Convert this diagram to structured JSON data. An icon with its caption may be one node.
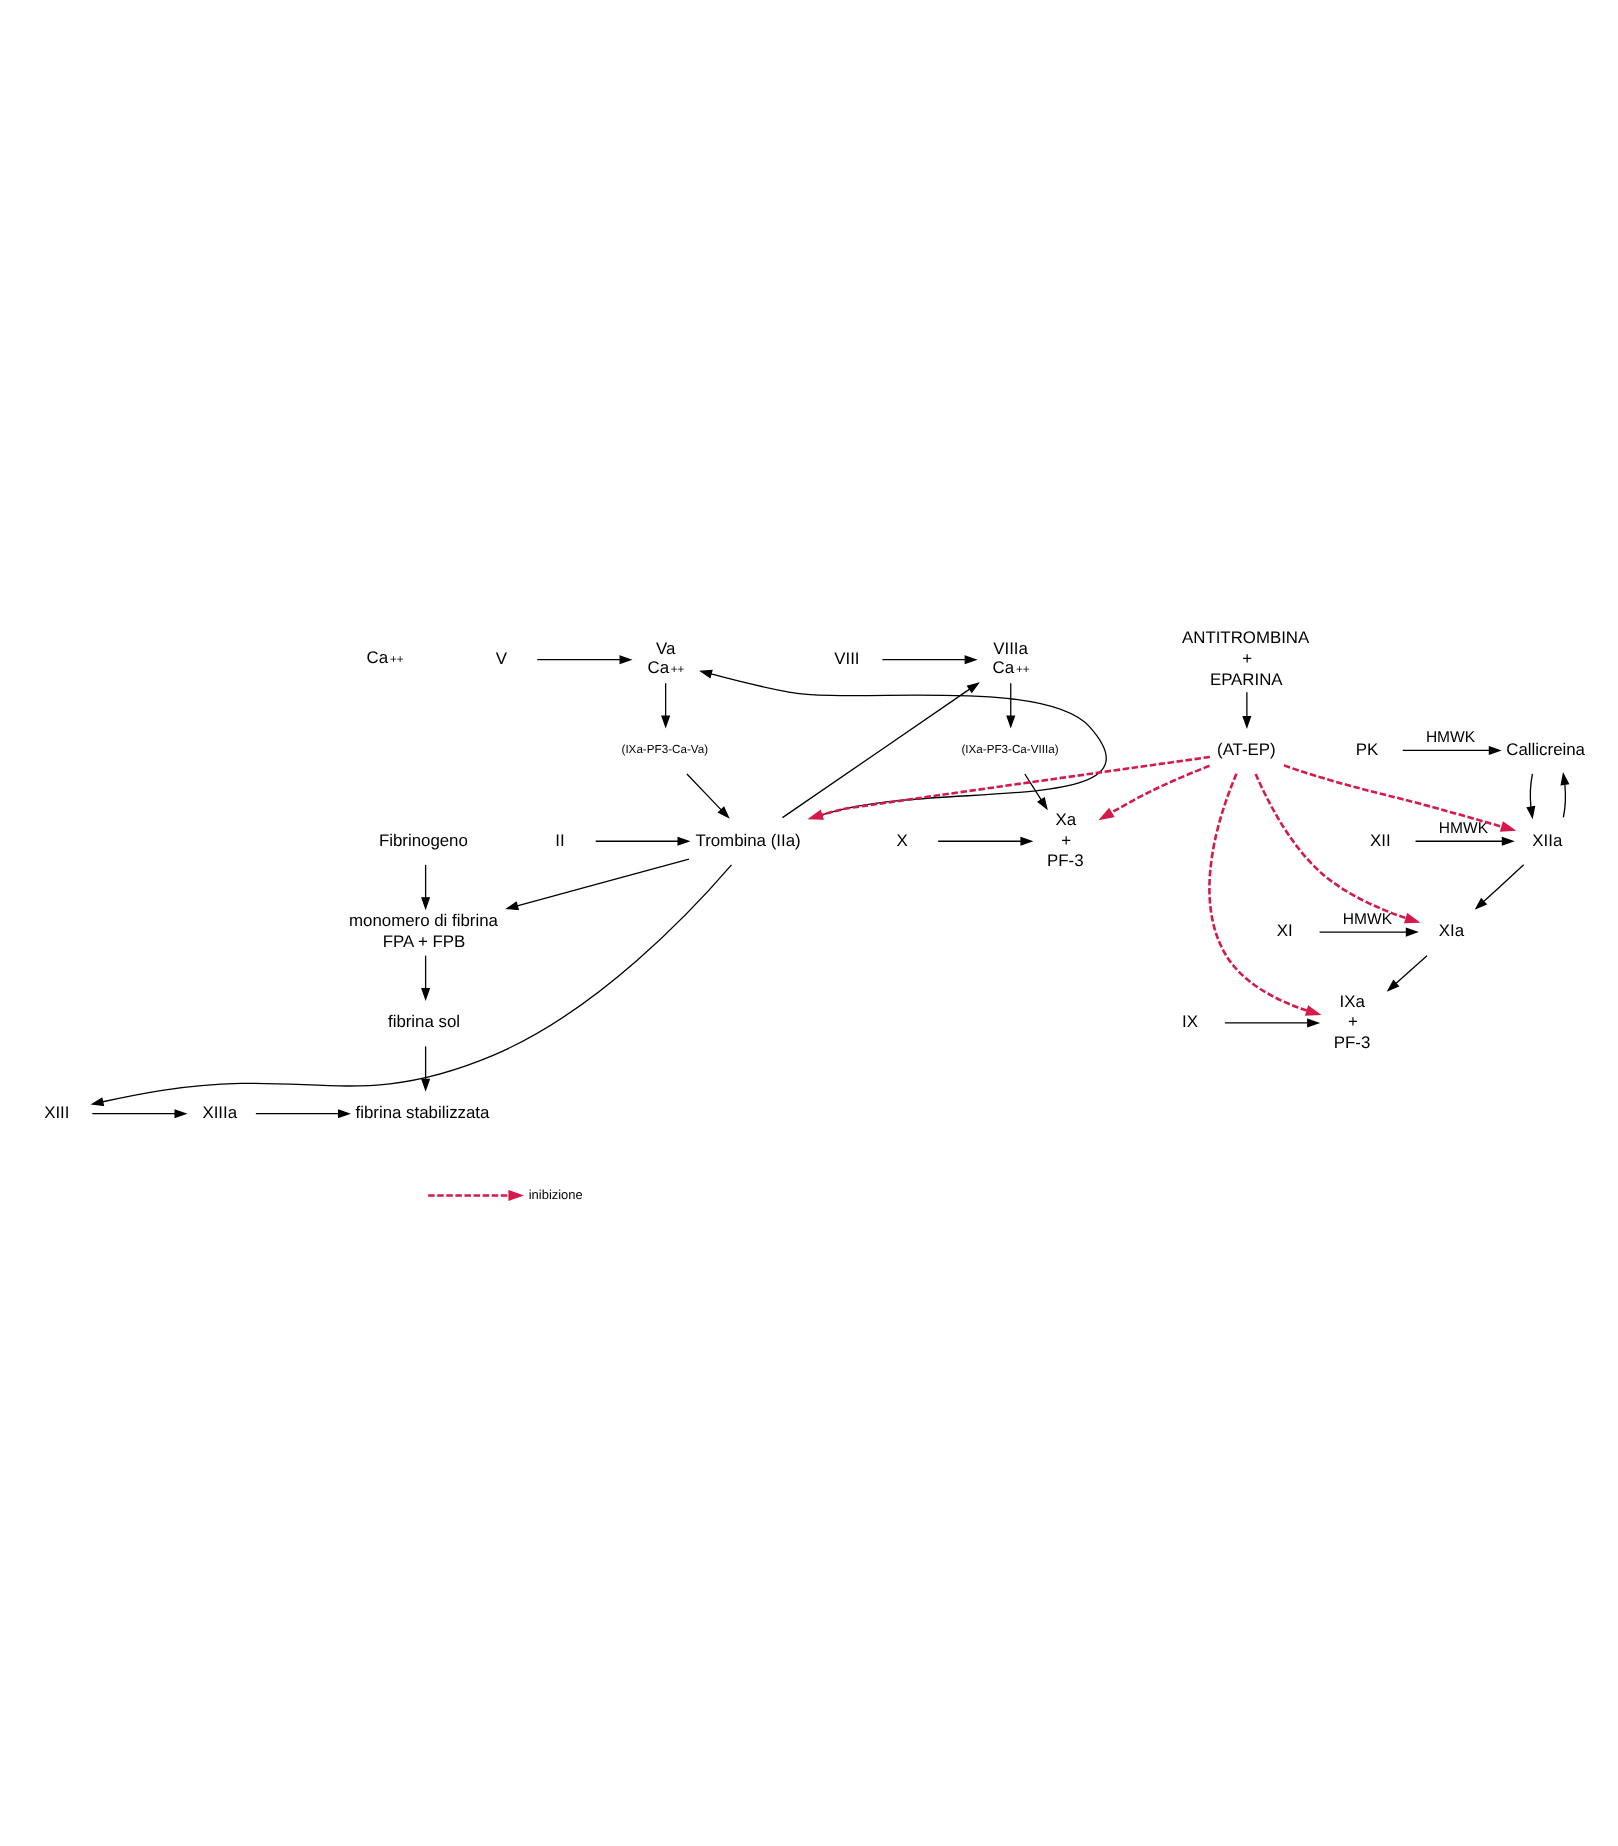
{
  "diagram": {
    "nodes": [
      {
        "text": [
          "Callicreina"
        ]
      },
      {
        "text": [
          "PK"
        ]
      },
      {
        "text": [
          "XII"
        ]
      },
      {
        "text": [
          "XIIa"
        ]
      },
      {
        "text": [
          "XI"
        ]
      },
      {
        "text": [
          "XIa"
        ]
      },
      {
        "text": [
          "IX"
        ]
      },
      {
        "text": [
          "IXa",
          "+",
          "PF-3"
        ]
      },
      {
        "text": [
          "VIII"
        ]
      },
      {
        "text": [
          "VIIIa",
          "Ca$^{++}$"
        ]
      },
      {
        "text": [
          "(IXa-PF3-Ca-VIIIa)"
        ]
      },
      {
        "text": [
          "X"
        ]
      },
      {
        "text": [
          "Xa",
          "+",
          "PF-3"
        ]
      },
      {
        "text": [
          "V"
        ]
      },
      {
        "text": [
          "Va",
          "Ca$^{++}$"
        ]
      },
      {
        "text": [
          "(IXa-PF3-Ca-Va)"
        ]
      },
      {
        "text": [
          "II"
        ]
      },
      {
        "text": [
          "Trombina (IIa)"
        ]
      },
      {
        "text": [
          "Fibrinogeno"
        ]
      },
      {
        "text": [
          "monomero di fibrina",
          "FPA + FPB"
        ]
      },
      {
        "text": [
          "fibrina sol"
        ]
      },
      {
        "text": [
          "XIII"
        ]
      },
      {
        "text": [
          "XIIIa"
        ]
      },
      {
        "text": [
          "fibrina stabilizzata"
        ]
      },
      {
        "text": [
          "ANTITROMBINA",
          "+",
          "EPARINA"
        ]
      },
      {
        "text": [
          "(AT-EP)"
        ]
      }
    ],
    "edges": [
      {
        "from": 1,
        "to": 0,
        "arrow": "to",
        "label": "HMWK"
      },
      {
        "from": 0,
        "to": 3,
        "arrow": "to"
      },
      {
        "from": 2,
        "to": 3,
        "arrow": "to",
        "label": "HMWK"
      },
      {
        "from": 3,
        "to": 0,
        "arrow": "to"
      },
      {
        "from": 3,
        "to": 5,
        "arrow": "to"
      },
      {
        "from": 4,
        "to": 5,
        "arrow": "to",
        "label": "HMWK"
      },
      {
        "from": 5,
        "to": 7,
        "arrow": "to"
      },
      {
        "from": 6,
        "to": 7,
        "arrow": "to"
      },
      {
        "from": 8,
        "to": 9,
        "arrow": "to"
      },
      {
        "from": 9,
        "to": 10,
        "arrow": "to"
      },
      {
        "from": 10,
        "to": 12,
        "arrow": "to"
      },
      {
        "from": 11,
        "to": 12,
        "arrow": "to"
      },
      {
        "from": 13,
        "to": 14,
        "arrow": "to"
      },
      {
        "from": 14,
        "to": 15,
        "arrow": "to"
      },
      {
        "from": 15,
        "to": 17,
        "arrow": "to"
      },
      {
        "from": 16,
        "to": 17,
        "arrow": "to"
      },
      {
        "from": 17,
        "to": 14,
        "arrow": "to"
      },
      {
        "from": 17,
        "to": 9,
        "arrow": "to"
      },
      {
        "from": 17,
        "to": 19,
        "arrow": "to"
      },
      {
        "from": 18,
        "to": 19,
        "arrow": "to"
      },
      {
        "from": 19,
        "to": 20,
        "arrow": "to"
      },
      {
        "from": 20,
        "to": 23,
        "arrow": "to"
      },
      {
        "from": 17,
        "to": 21,
        "arrow": "to"
      },
      {
        "from": 21,
        "to": 22,
        "arrow": "to"
      },
      {
        "from": 22,
        "to": 23,
        "arrow": "to"
      },
      {
        "from": 24,
        "to": 25,
        "arrow": "to"
      },
      {
        "from": 25,
        "to": 3,
        "arrow": "to",
        "style": "dashed",
        "color": "#d6194b"
      },
      {
        "from": 25,
        "to": 5,
        "arrow": "to",
        "style": "dashed",
        "color": "#d6194b"
      },
      {
        "from": 25,
        "to": 7,
        "arrow": "to",
        "style": "dashed",
        "color": "#d6194b"
      },
      {
        "from": 25,
        "to": 12,
        "arrow": "to",
        "style": "dashed",
        "color": "#d6194b"
      },
      {
        "from": 25,
        "to": 17,
        "arrow": "to",
        "style": "dashed",
        "color": "#d6194b"
      }
    ],
    "labels": [
      "Ca$^{++}$"
    ],
    "legend": [
      {
        "text": "inibizione"
      }
    ]
  }
}
